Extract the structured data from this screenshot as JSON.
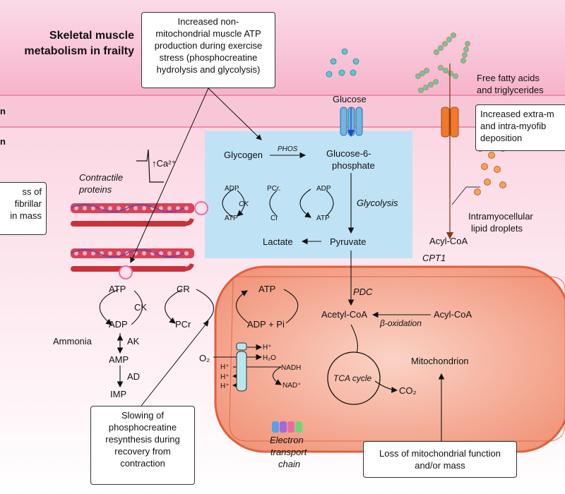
{
  "title": "Skeletal muscle\nmetabolism in frailty",
  "edge_labels": [
    "n",
    "n"
  ],
  "boxes": {
    "top_center": "Increased non-\nmitochondrial muscle ATP\nproduction during exercise\nstress (phosphocreatine\nhydrolysis and glycolysis)",
    "left_mid": "ss of\nfibrillar\nin mass",
    "right_top": "Increased extra-m\nand intra-myofib\ndeposition",
    "bottom_left": "Slowing of\nphosphocreatine\nresynthesis during\nrecovery from\ncontraction",
    "bottom_right": "Loss of mitochondrial function\nand/or mass"
  },
  "labels": {
    "glucose": "Glucose",
    "ffa": "Free fatty acids\nand triglycerides",
    "calcium": "↑Ca²⁺",
    "contractile": "Contractile\nproteins",
    "glycogen": "Glycogen",
    "phos": "PHOS",
    "g6p": "Glucose-6-\nphosphate",
    "glycolysis": "Glycolysis",
    "adp1": "ADP",
    "atp1": "ATP",
    "pcr1": "PCr.",
    "cr1": "Cr",
    "ck1": "CK",
    "adp2": "ADP",
    "atp2": "ATP",
    "lactate": "Lactate",
    "pyruvate": "Pyruvate",
    "imld": "Intramyocellular\nlipid droplets",
    "acylcoa_out": "Acyl-CoA",
    "cpt1": "CPT1",
    "atp_l": "ATP",
    "ck2": "CK",
    "cr2": "CR",
    "adp_l": "ADP",
    "pcr2": "PCr",
    "ammonia": "Ammonia",
    "ak": "AK",
    "amp": "AMP",
    "ad": "AD",
    "imp": "IMP",
    "atp_m": "ATP",
    "adppi": "ADP + Pi",
    "pdc": "PDC",
    "acetylcoa": "Acetyl-CoA",
    "boxidation": "β-oxidation",
    "acylcoa_in": "Acyl-CoA",
    "hplus1": "H⁺",
    "o2": "O₂",
    "h2o": "H₂O",
    "hplus2": "H⁺",
    "hplus3": "H⁺",
    "hplus4": "H⁺",
    "nadh": "NADH",
    "nadplus": "NAD⁺",
    "tca": "TCA cycle",
    "co2": "CO₂",
    "mitochondrion": "Mitochondrion",
    "etc": "Electron\ntransport\nchain"
  },
  "colors": {
    "membrane_top": "#f3a6c4",
    "cytosol_top": "#fbe0ea",
    "cytosol_box": "#bfe2f5",
    "mito_fill": "#f3a08a",
    "mito_edge": "#e0603a"
  }
}
